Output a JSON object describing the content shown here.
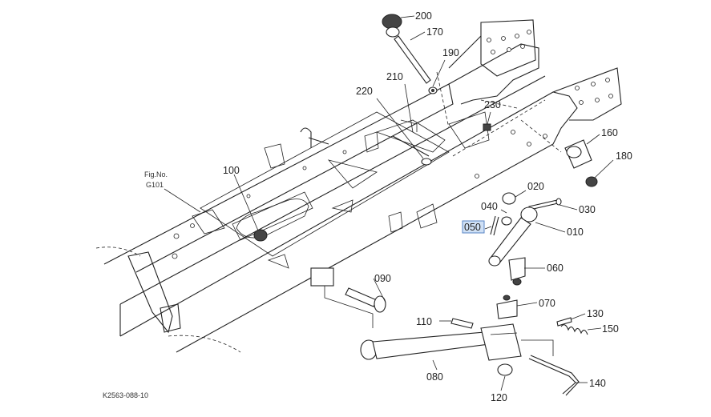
{
  "figure": {
    "fig_label_line1": "Fig.No.",
    "fig_label_line2": "G101",
    "drawing_code": "K2563-088-10"
  },
  "callouts": [
    {
      "id": "200",
      "label": "200"
    },
    {
      "id": "170",
      "label": "170"
    },
    {
      "id": "190",
      "label": "190"
    },
    {
      "id": "210",
      "label": "210"
    },
    {
      "id": "220",
      "label": "220"
    },
    {
      "id": "230",
      "label": "230"
    },
    {
      "id": "160",
      "label": "160"
    },
    {
      "id": "180",
      "label": "180"
    },
    {
      "id": "100",
      "label": "100"
    },
    {
      "id": "020",
      "label": "020"
    },
    {
      "id": "040",
      "label": "040"
    },
    {
      "id": "030",
      "label": "030"
    },
    {
      "id": "050",
      "label": "050",
      "highlighted": true
    },
    {
      "id": "010",
      "label": "010"
    },
    {
      "id": "060",
      "label": "060"
    },
    {
      "id": "090",
      "label": "090"
    },
    {
      "id": "070",
      "label": "070"
    },
    {
      "id": "130",
      "label": "130"
    },
    {
      "id": "110",
      "label": "110"
    },
    {
      "id": "150",
      "label": "150"
    },
    {
      "id": "080",
      "label": "080"
    },
    {
      "id": "140",
      "label": "140"
    },
    {
      "id": "120",
      "label": "120"
    }
  ],
  "colors": {
    "line": "#222222",
    "highlight_fill": "#cfe0f5",
    "highlight_stroke": "#5a86c5",
    "background": "#ffffff"
  }
}
